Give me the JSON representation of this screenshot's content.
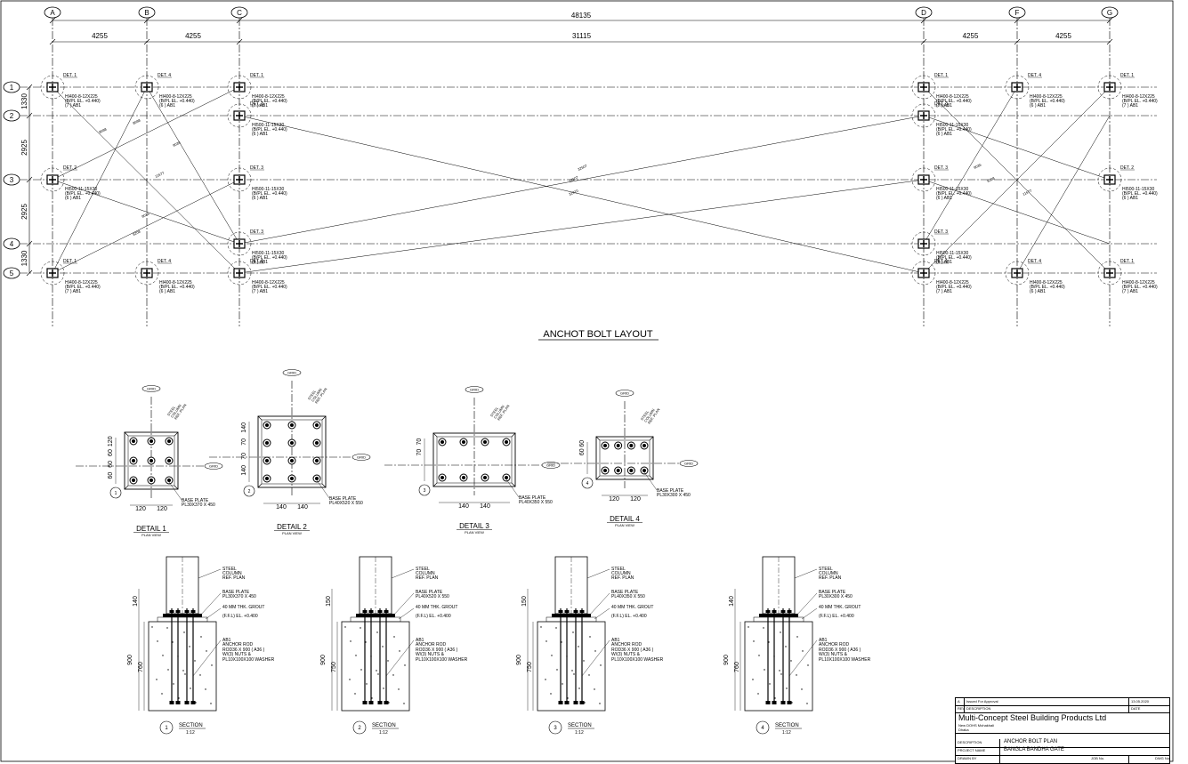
{
  "drawing": {
    "grid_cols": [
      "A",
      "B",
      "C",
      "D",
      "F",
      "G"
    ],
    "grid_rows": [
      "1",
      "2",
      "3",
      "4",
      "5"
    ],
    "overall_dim": "48135",
    "col_dims": [
      "4255",
      "4255",
      "31115",
      "4255",
      "4255"
    ],
    "row_dims": [
      "1330",
      "2925",
      "2925",
      "1330"
    ],
    "diag_labels": [
      "8698",
      "8698",
      "11577",
      "9039",
      "9035",
      "8208",
      "32507",
      "32507",
      "31910",
      "9035",
      "8208",
      "11577"
    ],
    "layout_title": "ANCHOT BOLT LAYOUT",
    "columns": [
      {
        "det": "DET. 1",
        "l1": "HI400-8-12X225",
        "l2": "(B/PL EL. +0.440)",
        "l3": "(7 ) AB1"
      },
      {
        "det": "DET. 4",
        "l1": "HI400-8-12X225",
        "l2": "(B/PL EL. +0.440)",
        "l3": "(6 ) AB1"
      },
      {
        "det": "DET. 1",
        "l1": "HI400-8-12X225",
        "l2": "(B/PL EL. +0.440)",
        "l3": "(7 ) AB1"
      },
      {
        "det": "DET. 3",
        "l1": "HI500-11-15X30",
        "l2": "(B/PL EL. +0.440)",
        "l3": "(6 ) AB1"
      },
      {
        "det": "DET. 2",
        "l1": "HI500-11-15X30",
        "l2": "(B/PL EL. +0.440)",
        "l3": "(6 ) AB1"
      },
      {
        "det": "DET. 3",
        "l1": "HI500-11-15X30",
        "l2": "(B/PL EL. +0.440)",
        "l3": "(6 ) AB1"
      },
      {
        "det": "DET. 3",
        "l1": "HI500-11-15X30",
        "l2": "(B/PL EL. +0.440)",
        "l3": "(6 ) AB1"
      },
      {
        "det": "DET. 1",
        "l1": "HI400-8-12X225",
        "l2": "(B/PL EL. +0.440)",
        "l3": "(7 ) AB1"
      },
      {
        "det": "DET. 4",
        "l1": "HI400-8-12X225",
        "l2": "(B/PL EL. +0.440)",
        "l3": "(6 ) AB1"
      },
      {
        "det": "DET. 1",
        "l1": "HI400-8-12X225",
        "l2": "(B/PL EL. +0.440)",
        "l3": "(7 ) AB1"
      },
      {
        "det": "DET. 1",
        "l1": "HI400-8-12X225",
        "l2": "(B/PL EL. +0.440)",
        "l3": "(7 ) AB1"
      },
      {
        "det": "DET. 3",
        "l1": "HI500-11-15X30",
        "l2": "(B/PL EL. +0.440)",
        "l3": "(6 ) AB1"
      },
      {
        "det": "DET. 3",
        "l1": "HI500-11-15X30",
        "l2": "(B/PL EL. +0.440)",
        "l3": "(6 ) AB1"
      },
      {
        "det": "DET. 3",
        "l1": "HI500-11-15X30",
        "l2": "(B/PL EL. +0.440)",
        "l3": "(6 ) AB1"
      },
      {
        "det": "DET. 1",
        "l1": "HI400-8-12X225",
        "l2": "(B/PL EL. +0.440)",
        "l3": "(7 ) AB1"
      },
      {
        "det": "DET. 4",
        "l1": "HI400-8-12X225",
        "l2": "(B/PL EL. +0.440)",
        "l3": "(6 ) AB1"
      },
      {
        "det": "DET. 4",
        "l1": "HI400-8-12X225",
        "l2": "(B/PL EL. +0.440)",
        "l3": "(6 ) AB1"
      },
      {
        "det": "DET. 1",
        "l1": "HI400-8-12X225",
        "l2": "(B/PL EL. +0.440)",
        "l3": "(7 ) AB1"
      },
      {
        "det": "DET. 2",
        "l1": "HI500-11-15X30",
        "l2": "(B/PL EL. +0.440)",
        "l3": "(6 ) AB1"
      },
      {
        "det": "DET. 1",
        "l1": "HI400-8-12X225",
        "l2": "(B/PL EL. +0.440)",
        "l3": "(7 ) AB1"
      }
    ],
    "details": [
      {
        "title": "DETAIL 1",
        "sub": "PLAN VIEW",
        "bp1": "BASE PLATE",
        "bp2": "PL30X370 X 450",
        "d1": "120",
        "d2": "120",
        "v1": "120",
        "v2": "60",
        "v3": "60",
        "v4": "60",
        "num": "1"
      },
      {
        "title": "DETAIL 2",
        "sub": "PLAN VIEW",
        "bp1": "BASE PLATE",
        "bp2": "PL40X520 X 550",
        "d1": "140",
        "d2": "140",
        "v1": "140",
        "v2": "70",
        "v3": "70",
        "v4": "140",
        "num": "2"
      },
      {
        "title": "DETAIL 3",
        "sub": "PLAN VIEW",
        "bp1": "BASE PLATE",
        "bp2": "PL40X350 X 550",
        "d1": "140",
        "d2": "140",
        "v1": "70",
        "v2": "70",
        "v3": "",
        "v4": "",
        "num": "3"
      },
      {
        "title": "DETAIL 4",
        "sub": "PLAN VIEW",
        "bp1": "BASE PLATE",
        "bp2": "PL30X300 X 450",
        "d1": "120",
        "d2": "120",
        "v1": "60",
        "v2": "60",
        "v3": "",
        "v4": "",
        "num": "4"
      }
    ],
    "detail_labels": {
      "grid": "GRID",
      "steel": "STEEL",
      "column": "COLUMN",
      "ref": "REF. PLAN"
    },
    "sections": [
      {
        "num": "1",
        "title": "SECTION",
        "scale": "1:12",
        "bp": "PL30X370 X 450",
        "d_top": "140",
        "d_all": "900",
        "d_low": "760"
      },
      {
        "num": "2",
        "title": "SECTION",
        "scale": "1:12",
        "bp": "PL40X520 X 550",
        "d_top": "150",
        "d_all": "900",
        "d_low": "750"
      },
      {
        "num": "3",
        "title": "SECTION",
        "scale": "1:12",
        "bp": "PL40X350 X 550",
        "d_top": "150",
        "d_all": "900",
        "d_low": "750"
      },
      {
        "num": "4",
        "title": "SECTION",
        "scale": "1:12",
        "bp": "PL30X300 X 450",
        "d_top": "140",
        "d_all": "900",
        "d_low": "760"
      }
    ],
    "section_labels": {
      "steel": "STEEL",
      "column": "COLUMN",
      "ref": "REF. PLAN",
      "bp": "BASE PLATE",
      "grout": "40 MM THK. GROUT",
      "ffl": "(F.F.L) EL. +0.400",
      "ab1": "AB1",
      "ab2": "ANCHOR ROD",
      "ab3": "ROD36 X 900 ( A36 )",
      "ab4": "W/(3) NUTS &",
      "ab5": "PL10X100X100 WASHER"
    }
  },
  "title_block": {
    "rev": "A",
    "rev_desc": "Issued For Approval",
    "rev_date": "13.05.2020",
    "h_rev": "REV",
    "h_desc": "DESCRIPTION",
    "h_date": "DATE",
    "company": "Multi-Concept Steel Building Products Ltd",
    "addr1": "New DOHS Mohakhali",
    "addr2": "Dhaka",
    "desc_label": "DESCRIPTION",
    "desc_value": "ANCHOR BOLT PLAN",
    "proj_label": "PROJECT NAME",
    "proj_value": "BANGLA BANDHA GATE",
    "drawn_label": "DRAWN BY",
    "job_label": "JOB No.",
    "dwg_label": "DWG No."
  }
}
